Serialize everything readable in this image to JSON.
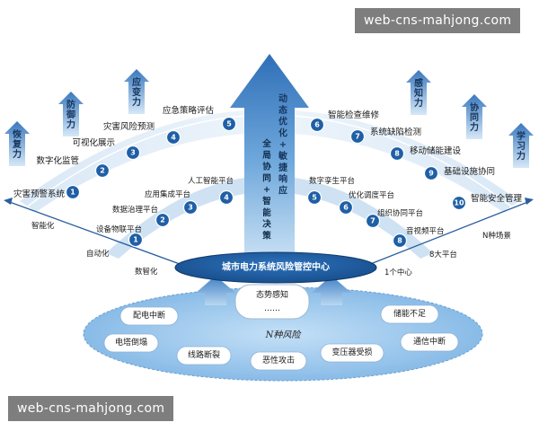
{
  "watermark_top": "web-cns-mahjong.com",
  "watermark_bottom": "web-cns-mahjong.com",
  "center_label": "城市电力系统风险管控中心",
  "main_arrow_text": [
    "动态优化+敏捷响应",
    "全局协同+智能决策"
  ],
  "arrows_left": [
    "恢复力",
    "防御力",
    "应变力"
  ],
  "arrows_right": [
    "感知力",
    "协同力",
    "学习力"
  ],
  "outer_arc_left": [
    {
      "num": "1",
      "label": "灾害预警系统"
    },
    {
      "num": "2",
      "label": "数字化监管"
    },
    {
      "num": "3",
      "label": "可视化展示"
    },
    {
      "num": "4",
      "label": "灾害风险预测"
    },
    {
      "num": "5",
      "label": "应急策略评估"
    }
  ],
  "outer_arc_right": [
    {
      "num": "6",
      "label": "智能检查维修"
    },
    {
      "num": "7",
      "label": "系统缺陷检测"
    },
    {
      "num": "8",
      "label": "移动储能建设"
    },
    {
      "num": "9",
      "label": "基础设施协同"
    },
    {
      "num": "10",
      "label": "智能安全管理"
    }
  ],
  "inner_arc_left": [
    {
      "num": "1",
      "label": "设备物联平台"
    },
    {
      "num": "2",
      "label": "数据治理平台"
    },
    {
      "num": "3",
      "label": "应用集成平台"
    },
    {
      "num": "4",
      "label": "人工智能平台"
    }
  ],
  "inner_arc_right": [
    {
      "num": "5",
      "label": "数字孪生平台"
    },
    {
      "num": "6",
      "label": "优化调度平台"
    },
    {
      "num": "7",
      "label": "组织协同平台"
    },
    {
      "num": "8",
      "label": "音视频平台"
    }
  ],
  "axis_left": [
    "智能化",
    "自动化",
    "数智化"
  ],
  "axis_right": [
    "N种场景",
    "8大平台",
    "1个中心"
  ],
  "sense": {
    "label": "态势感知",
    "dots": "……"
  },
  "risk_title": "N种风险",
  "risks": [
    "配电中断",
    "储能不足",
    "电塔倒塌",
    "通信中断",
    "线路断裂",
    "恶性攻击",
    "变压器受损"
  ],
  "colors": {
    "dark_blue": "#1f5fa6",
    "light_blue": "#8fc0e6",
    "center_ellipse": "#1e5aa0",
    "base_ellipse": "#9ccbf0"
  }
}
